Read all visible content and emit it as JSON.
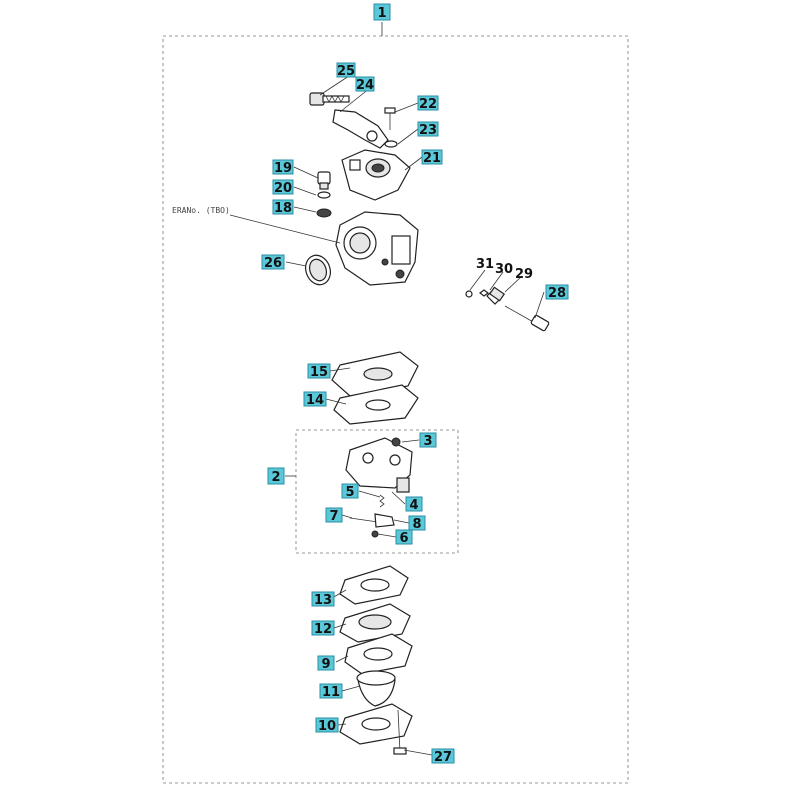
{
  "colors": {
    "label_bg": "#5bc8d9",
    "label_border": "#2a8fa3",
    "line": "#333333",
    "frame": "#777777"
  },
  "assembly_label": "1",
  "sub_assembly_label": "2",
  "carb_note": "ERANo. (ТВО)",
  "labels": [
    {
      "id": "3",
      "text": "3"
    },
    {
      "id": "4",
      "text": "4"
    },
    {
      "id": "5",
      "text": "5"
    },
    {
      "id": "6",
      "text": "6"
    },
    {
      "id": "7",
      "text": "7"
    },
    {
      "id": "8",
      "text": "8"
    },
    {
      "id": "9",
      "text": "9"
    },
    {
      "id": "10",
      "text": "10"
    },
    {
      "id": "11",
      "text": "11"
    },
    {
      "id": "12",
      "text": "12"
    },
    {
      "id": "13",
      "text": "13"
    },
    {
      "id": "14",
      "text": "14"
    },
    {
      "id": "15",
      "text": "15"
    },
    {
      "id": "18",
      "text": "18"
    },
    {
      "id": "19",
      "text": "19"
    },
    {
      "id": "20",
      "text": "20"
    },
    {
      "id": "21",
      "text": "21"
    },
    {
      "id": "22",
      "text": "22"
    },
    {
      "id": "23",
      "text": "23"
    },
    {
      "id": "24",
      "text": "24"
    },
    {
      "id": "25",
      "text": "25"
    },
    {
      "id": "26",
      "text": "26"
    },
    {
      "id": "27",
      "text": "27"
    },
    {
      "id": "28",
      "text": "28"
    }
  ],
  "plain_labels": [
    "31",
    "30",
    "29"
  ]
}
